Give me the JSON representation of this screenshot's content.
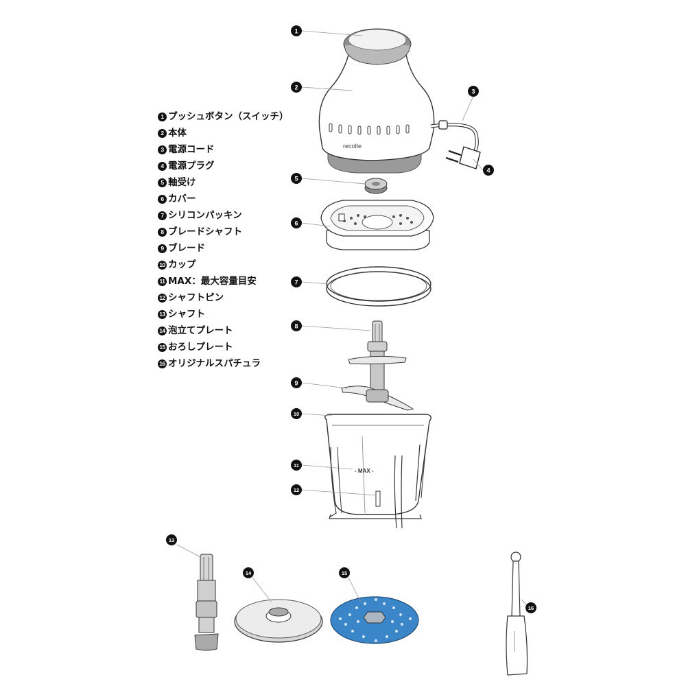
{
  "parts": [
    {
      "num": "1",
      "label": "プッシュボタン（スイッチ）"
    },
    {
      "num": "2",
      "label": "本体"
    },
    {
      "num": "3",
      "label": "電源コード"
    },
    {
      "num": "4",
      "label": "電源プラグ"
    },
    {
      "num": "5",
      "label": "軸受け"
    },
    {
      "num": "6",
      "label": "カバー"
    },
    {
      "num": "7",
      "label": "シリコンパッキン"
    },
    {
      "num": "8",
      "label": "ブレードシャフト"
    },
    {
      "num": "9",
      "label": "ブレード"
    },
    {
      "num": "10",
      "label": "カップ"
    },
    {
      "num": "11",
      "label": "MAX：最大容量目安"
    },
    {
      "num": "12",
      "label": "シャフトピン"
    },
    {
      "num": "13",
      "label": "シャフト"
    },
    {
      "num": "14",
      "label": "泡立てプレート"
    },
    {
      "num": "15",
      "label": "おろしプレート"
    },
    {
      "num": "16",
      "label": "オリジナルスパチュラ"
    }
  ],
  "brand": "recolte",
  "max_mark": "- MAX -",
  "colors": {
    "ink": "#111111",
    "body": "#ffffff",
    "base_gray": "#9a9a9a",
    "grater_blue": "#3a86c8"
  }
}
